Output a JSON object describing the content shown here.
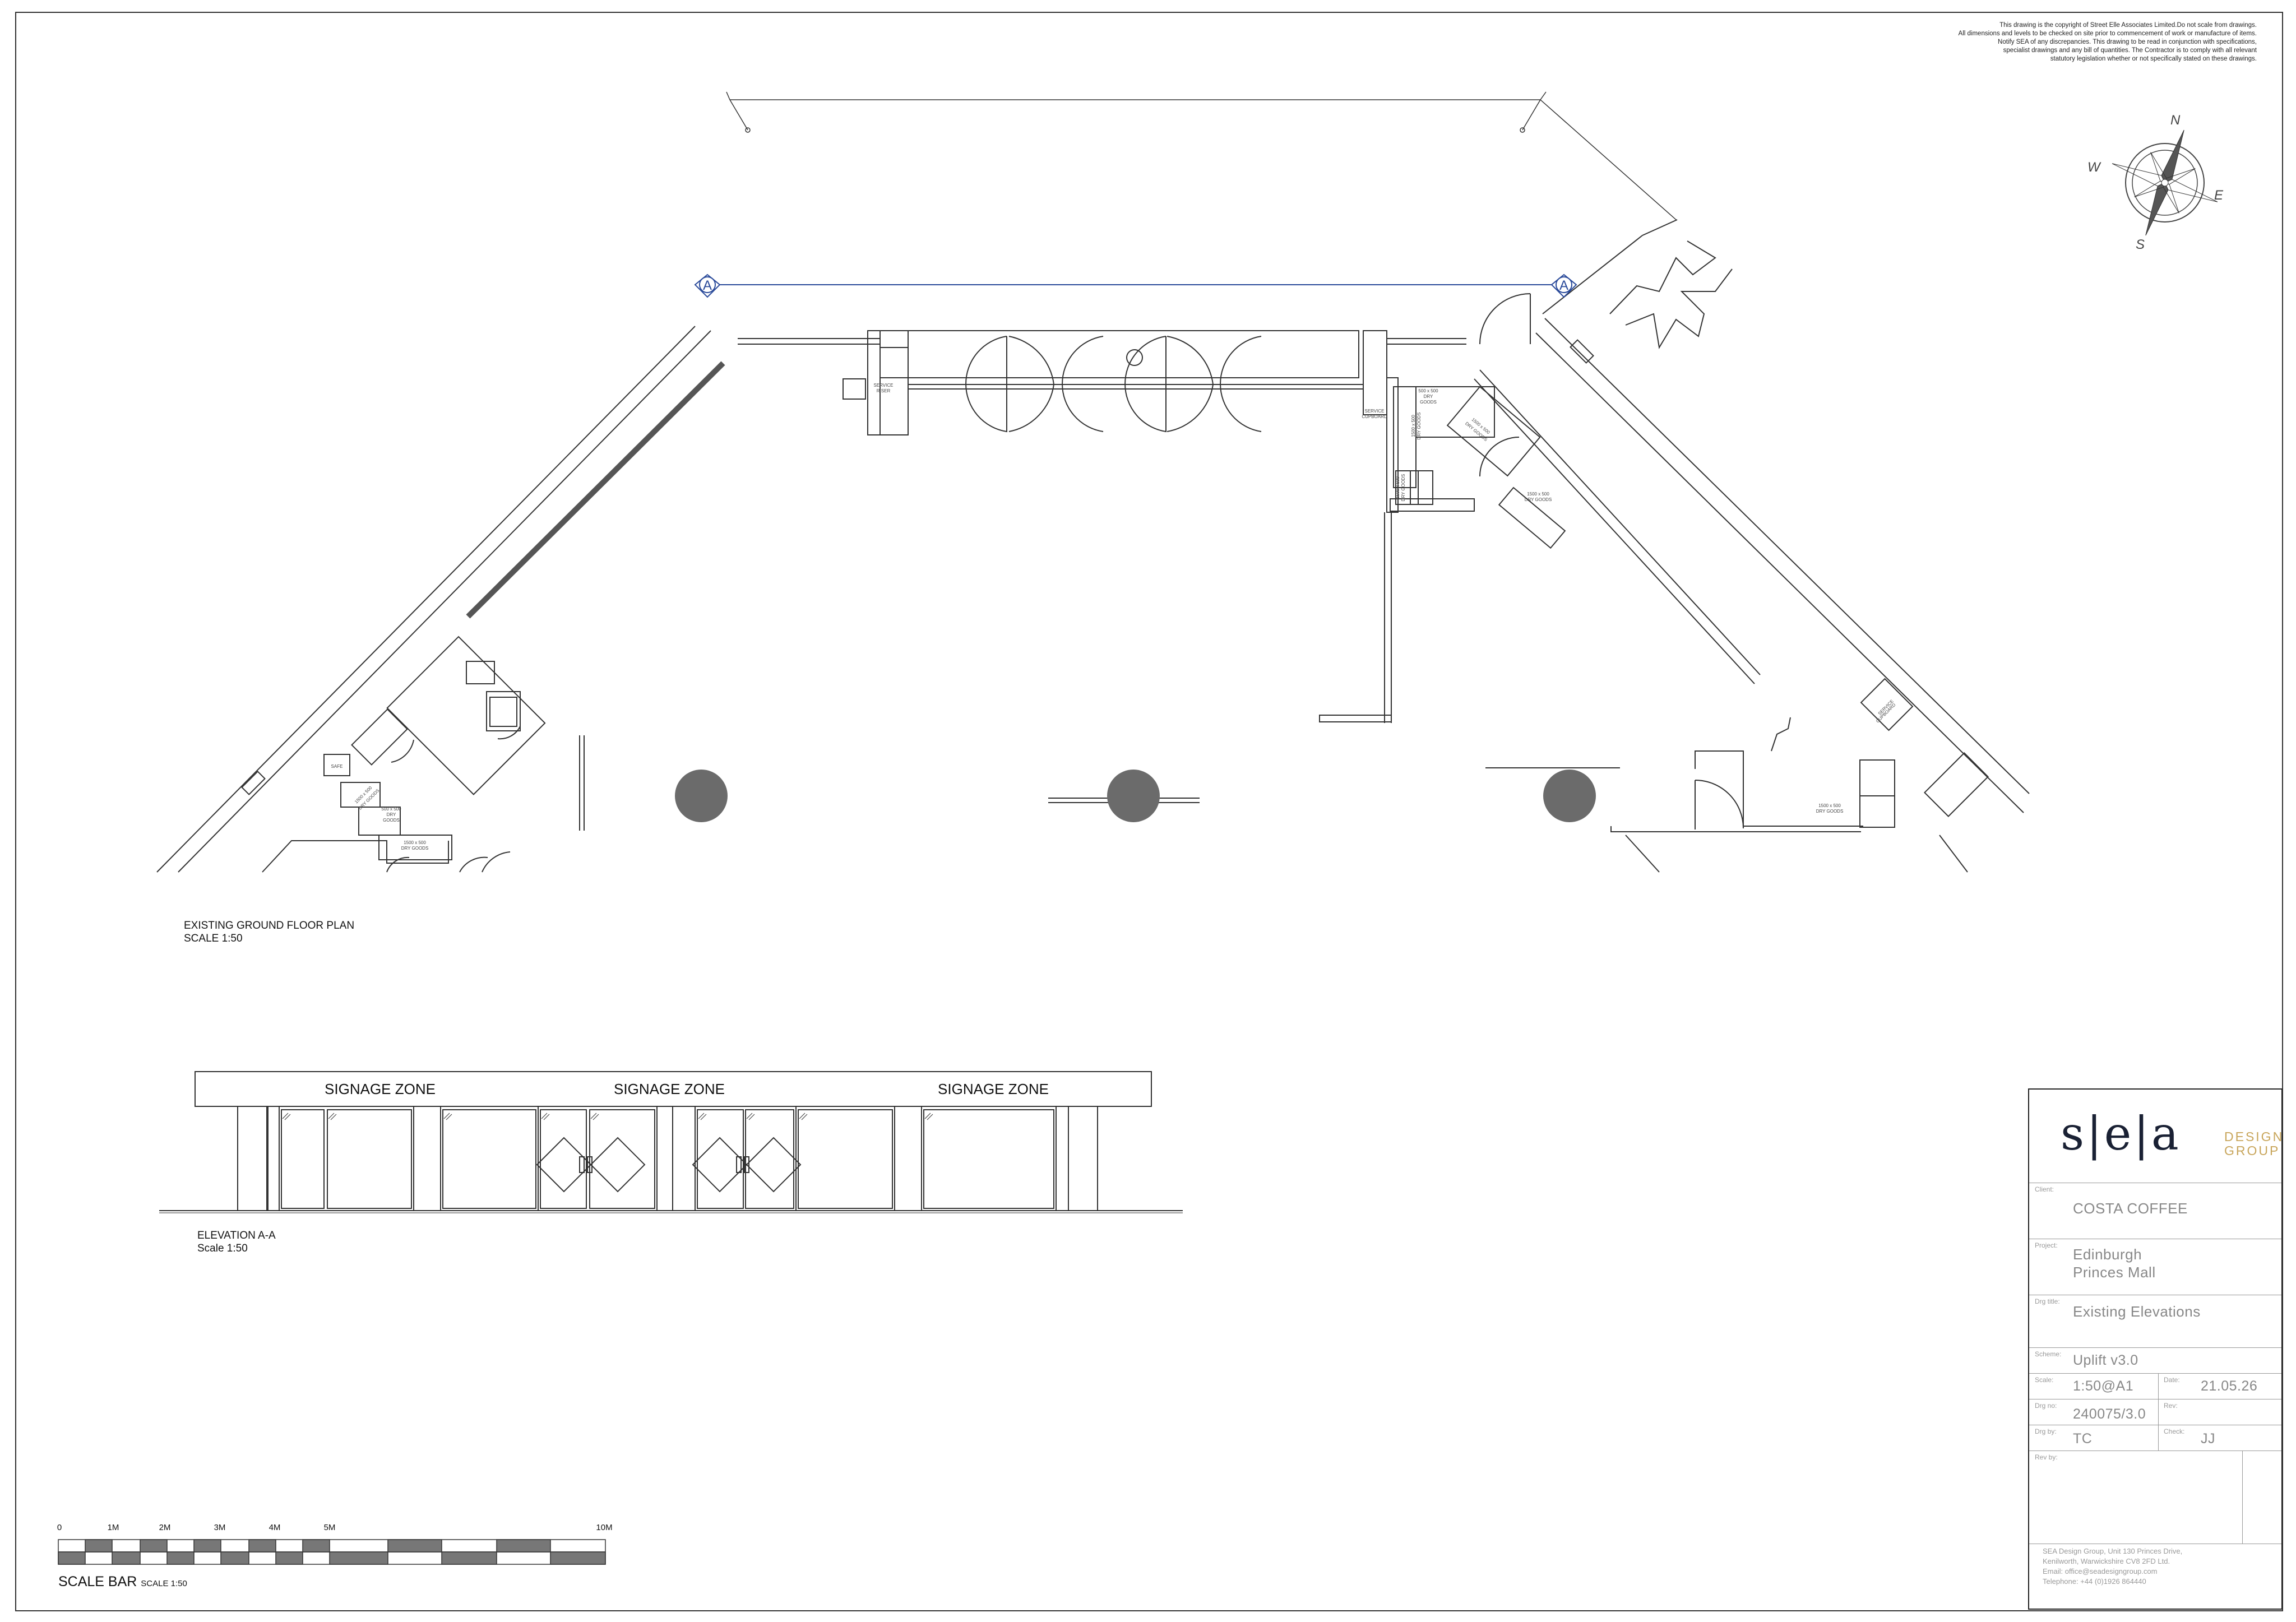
{
  "copyright_lines": [
    "This drawing is the copyright of Street Elle Associates Limited.Do not scale from drawings.",
    "All dimensions and levels to be checked on site prior to commencement of work or manufacture of items.",
    "Notify SEA of any discrepancies. This drawing to be read in conjunction with specifications,",
    "specialist drawings and any bill of quantities. The Contractor is to comply with all relevant",
    "statutory legislation whether or not specifically stated on these drawings."
  ],
  "compass": {
    "n": "N",
    "e": "E",
    "s": "S",
    "w": "W"
  },
  "section_marker": "A",
  "plan": {
    "title": "EXISTING GROUND FLOOR PLAN",
    "scale": "SCALE 1:50",
    "labels": {
      "service_riser": [
        "SERVICE",
        "RISER"
      ],
      "service_cupboard_1": [
        "SERVICE",
        "CUPBOARD"
      ],
      "service_cupboard_2": [
        "SERVICE",
        "CUPBOARD"
      ],
      "safe": "SAFE",
      "dry_goods_a": [
        "500 x 500",
        "DRY",
        "GOODS"
      ],
      "dry_goods_b": [
        "1500 x 500",
        "DRY GOODS"
      ],
      "dry_goods_c": [
        "1500 x 500",
        "DRY GOODS"
      ],
      "dry_goods_d": [
        "1500 x 500",
        "DRY GOODS"
      ],
      "dry_goods_e": [
        "500 x 500",
        "DRY",
        "GOODS"
      ],
      "dry_goods_f": [
        "1500 x 500",
        "DRY GOODS"
      ],
      "dry_goods_g": [
        "1500 x 500",
        "DRY GOODS"
      ],
      "dry_goods_h": [
        "1500 x 500",
        "DRY GOODS"
      ],
      "dry_goods_i": [
        "1500 x 500",
        "DRY GOODS"
      ]
    }
  },
  "elevation": {
    "title": "ELEVATION A-A",
    "scale": "Scale 1:50",
    "signage": [
      "SIGNAGE ZONE",
      "SIGNAGE ZONE",
      "SIGNAGE ZONE"
    ]
  },
  "scale_bar": {
    "title": "SCALE BAR",
    "subtitle": "SCALE 1:50",
    "ticks": [
      "0",
      "1M",
      "2M",
      "3M",
      "4M",
      "5M",
      "10M"
    ]
  },
  "title_block": {
    "logo_text": "s|e|a",
    "logo_design": "DESIGN",
    "logo_group": "GROUP",
    "client_label": "Client:",
    "client": "COSTA COFFEE",
    "project_label": "Project:",
    "project_line1": "Edinburgh",
    "project_line2": "Princes Mall",
    "dwg_title_label": "Drg title:",
    "dwg_title": "Existing Elevations",
    "scheme_label": "Scheme:",
    "scheme": "Uplift v3.0",
    "scale_label": "Scale:",
    "scale": "1:50@A1",
    "date_label": "Date:",
    "date": "21.05.26",
    "dwg_no_label": "Drg no:",
    "dwg_no": "240075/3.0",
    "rev_label": "Rev:",
    "drg_by_label": "Drg by:",
    "drg_by": "TC",
    "check_label": "Check:",
    "check": "JJ",
    "rev_by_label": "Rev by:",
    "address": [
      "SEA Design Group, Unit 130 Princes Drive,",
      "Kenilworth, Warwickshire CV8 2FD Ltd.",
      "Email: office@seadesigngroup.com",
      "Telephone: +44 (0)1926 864440"
    ]
  },
  "colors": {
    "line": "#333333",
    "column": "#6b6b6b",
    "marker": "#2a4a9a",
    "gold": "#c8a55a",
    "navy": "#1a2134"
  }
}
